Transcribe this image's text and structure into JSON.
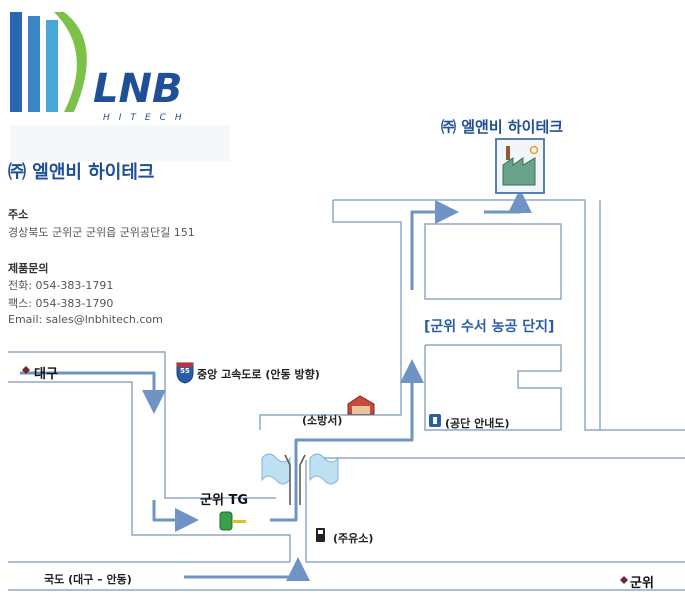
{
  "logo": {
    "text": "LNB",
    "sub": "HITECH"
  },
  "company_name": "㈜ 엘앤비 하이테크",
  "address": {
    "heading": "주소",
    "value": "경상북도 군위군 군위읍 군위공단길 151"
  },
  "contact": {
    "heading": "제품문의",
    "phone": "전화: 054-383-1791",
    "fax": "팩스: 054-383-1790",
    "email": "Email: sales@lnbhitech.com"
  },
  "map": {
    "destination": "㈜ 엘앤비 하이테크",
    "complex": "[군위 수서 농공 단지]",
    "daegu": "대구",
    "highway": "중앙 고속도로 (안동 방향)",
    "highway_shield": "55",
    "fire_station": "(소방서)",
    "guide_map": "(공단 안내도)",
    "tollgate": "군위 TG",
    "gas_station": "(주유소)",
    "national_road": "국도 (대구 – 안동)",
    "gunwi": "군위"
  },
  "colors": {
    "road": "#8fa9c9",
    "arrow": "#6f93c2",
    "brand": "#1f4f96",
    "water": "#bfe0f2"
  }
}
